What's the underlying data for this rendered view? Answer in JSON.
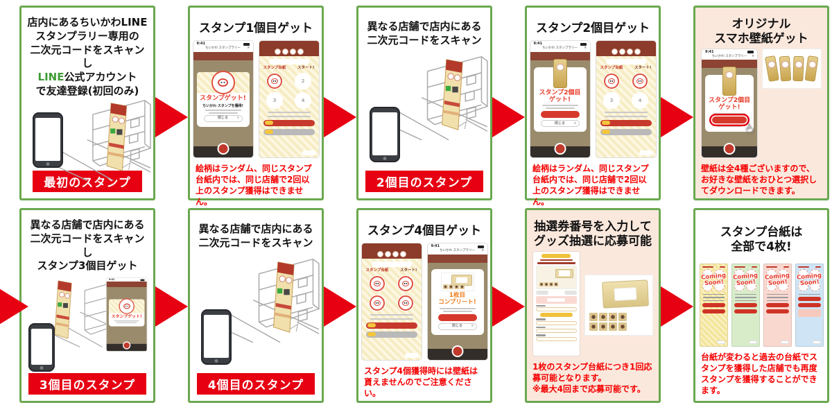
{
  "colors": {
    "panel_border_green": "#6aa84f",
    "arrow_red": "#e60012",
    "label_bg_red": "#e60012",
    "note_text_red": "#f50000",
    "pink_panel_bg": "#fbe8dd",
    "line_brand_green": "#3f9b35",
    "card_header_maroon": "#8d3b2a",
    "wallpaper_gold": "#d7b257"
  },
  "common": {
    "time": "9:41",
    "app_title": "ちいかわ スタンプラリー",
    "close_x": "×"
  },
  "panels": {
    "p1": {
      "l1": "店内にあるちいかわLINE",
      "l2": "スタンプラリー専用の",
      "l3": "二次元コードをスキャンし",
      "l4_green": "LINE",
      "l4_rest": "公式アカウント",
      "l5": "で友達登録(初回のみ)",
      "label": "最初のスタンプ"
    },
    "p2": {
      "title": "スタンプ1個目ゲット",
      "popup_title": "スタンプゲット!",
      "popup_sub": "ちいかわ スタンプを獲得!",
      "close": "閉じる",
      "card_title": "スタンプ台紙",
      "card_start": "スタート!",
      "nums": [
        "2",
        "3",
        "4"
      ],
      "note": "絵柄はランダム、同じスタンプ台紙内では、同じ店舗で2回以上のスタンプ獲得はできません。"
    },
    "p3": {
      "l1": "異なる店舗で店内にある",
      "l2": "二次元コードをスキャン",
      "label": "2個目のスタンプ"
    },
    "p4": {
      "title": "スタンプ2個目ゲット",
      "popup_line1": "スタンプ2個目",
      "popup_line2": "ゲット!",
      "close": "閉じる",
      "card_title": "スタンプ台紙",
      "card_start": "スタート!",
      "nums": [
        "3",
        "4"
      ],
      "note": "絵柄はランダム、同じスタンプ台紙内では、同じ店舗で2回以上のスタンプ獲得はできません。"
    },
    "p5": {
      "t1": "オリジナル",
      "t2": "スマホ壁紙ゲット",
      "popup_line1": "スタンプ2個目",
      "popup_line2": "ゲット!",
      "note": "壁紙は全4種ございますので、お好きな壁紙をおひとつ選択してダウンロードできます。"
    },
    "p6": {
      "l1": "異なる店舗で店内にある",
      "l2": "二次元コードをスキャンし",
      "l3": "スタンプ3個目ゲット",
      "popup_title": "スタンプゲット!",
      "label": "3個目のスタンプ"
    },
    "p7": {
      "l1": "異なる店舗で店内にある",
      "l2": "二次元コードをスキャン",
      "label": "4個目のスタンプ"
    },
    "p8": {
      "title": "スタンプ4個目ゲット",
      "card_title": "スタンプ台紙",
      "card_start": "スタート!",
      "complete_line1": "1枚目",
      "complete_line2": "コンプリート!",
      "close": "閉じる",
      "note": "スタンプ4個獲得時には壁紙は貰えませんのでご注意ください。"
    },
    "p9": {
      "t1": "抽選券番号を入力して",
      "t2": "グッズ抽選に応募可能",
      "note1": "1枚のスタンプ台紙につき1回応募可能となります。",
      "note2": "※最大4回まで応募可能です。"
    },
    "p10": {
      "t1": "スタンプ台紙は",
      "t2": "全部で4枚!",
      "coming": "Coming",
      "soon": "Soon!",
      "note": "台紙が変わると過去の台紙でスタンプを獲得した店舗でも再度スタンプを獲得することができます。"
    }
  }
}
